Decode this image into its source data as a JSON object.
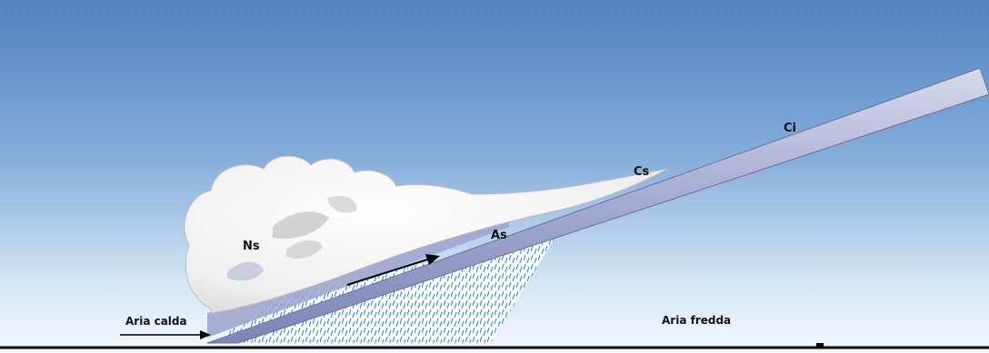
{
  "labels": {
    "ci": "Ci",
    "cs": "Cs",
    "as": "As",
    "ns": "Ns",
    "warm_air": "Aria calda",
    "cold_air": "Aria fredda"
  },
  "colors": {
    "sky_top": "#5b8cc4",
    "sky_mid": "#8fb5dd",
    "sky_bottom": "#e9f3fb",
    "front_surface": "#8e96c2",
    "front_surface_light": "#cbd0e6",
    "cloud": "#f4f4f4",
    "cloud_shadow": "#c8c8c8",
    "rain": "#4a9be0",
    "ground": "#000000",
    "arrow": "#000000"
  }
}
